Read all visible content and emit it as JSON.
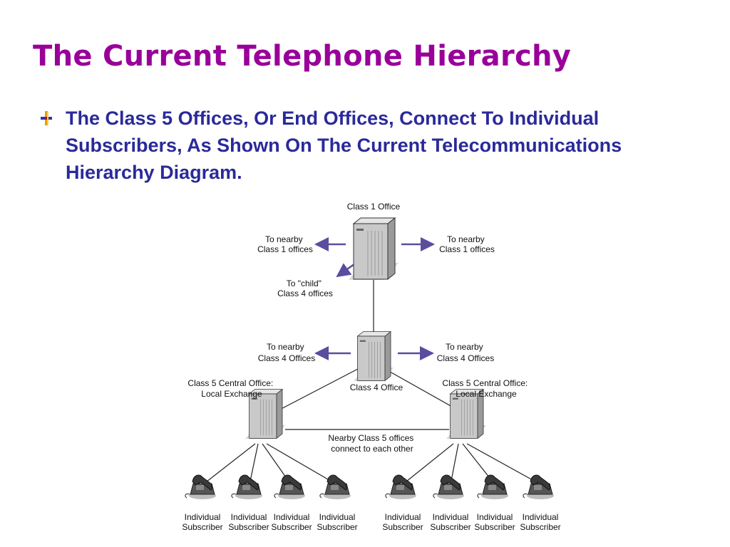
{
  "slide": {
    "title": "The Current Telephone Hierarchy",
    "bullet": "The Class 5 Offices, Or End Offices, Connect To Individual Subscribers, As Shown On The Current Telecommunications Hierarchy Diagram."
  },
  "colors": {
    "title": "#990099",
    "bullet_text": "#2a2a9a",
    "arrow": "#5a4d9e",
    "server_fill": "#c9c9c9",
    "server_shadow": "#d9d9d9"
  },
  "icons": {
    "bullet": "bullet-icon",
    "office": "server-tower-icon",
    "subscriber": "telephone-icon"
  },
  "diagram": {
    "class1": {
      "label": "Class 1 Office",
      "left_arrow": [
        "To nearby",
        "Class 1 offices"
      ],
      "right_arrow": [
        "To nearby",
        "Class 1 offices"
      ],
      "child_arrow": [
        "To \"child\"",
        "Class 4 offices"
      ]
    },
    "class4": {
      "label": "Class 4 Office",
      "left_arrow": [
        "To nearby",
        "Class 4 Offices"
      ],
      "right_arrow": [
        "To nearby",
        "Class 4 Offices"
      ]
    },
    "class5_left": {
      "label": [
        "Class 5 Central Office:",
        "Local Exchange"
      ]
    },
    "class5_right": {
      "label": [
        "Class 5 Central Office:",
        "Local Exchange"
      ]
    },
    "link_note": [
      "Nearby Class 5 offices",
      "connect to each other"
    ],
    "subscriber_label": [
      "Individual",
      "Subscriber"
    ],
    "subscriber_count": 8
  }
}
